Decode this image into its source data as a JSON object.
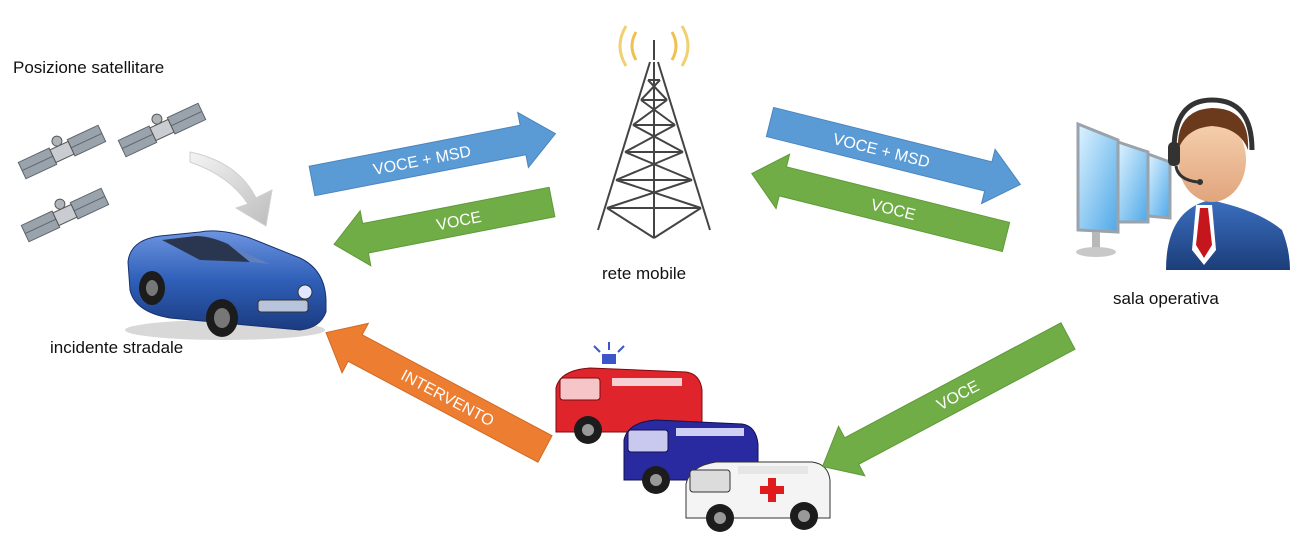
{
  "labels": {
    "satellite_position": "Posizione satellitare",
    "road_accident": "incidente stradale",
    "mobile_network": "rete mobile",
    "operations_room": "sala operativa"
  },
  "arrows": {
    "car_to_tower": "VOCE + MSD",
    "tower_to_car": "VOCE",
    "tower_to_room": "VOCE + MSD",
    "room_to_tower": "VOCE",
    "room_to_vehicles": "VOCE",
    "vehicles_to_car": "INTERVENTO"
  },
  "colors": {
    "blue_arrow": "#5b9bd5",
    "green_arrow": "#70ad47",
    "orange_arrow": "#ed7d31",
    "car": "#2f5fb8",
    "ambulance_red": "#e0242b",
    "ambulance_blue": "#2a2aa0",
    "ambulance_white": "#f4f4f4",
    "red_cross": "#e01b1b"
  },
  "icons": [
    "satellite-icon",
    "car-icon",
    "radio-tower-icon",
    "operator-icon",
    "monitor-icon",
    "ambulance-icon",
    "siren-icon",
    "red-cross-icon"
  ]
}
